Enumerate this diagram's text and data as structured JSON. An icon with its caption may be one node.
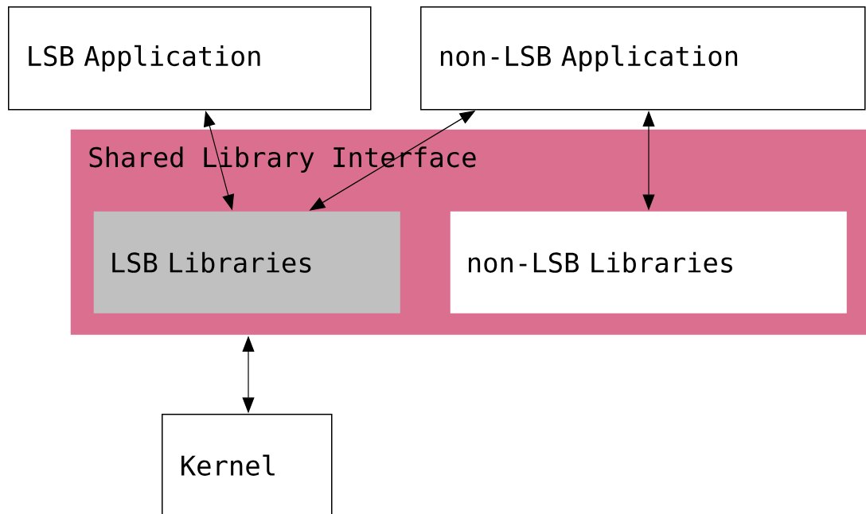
{
  "diagram": {
    "nodes": [
      {
        "text": [
          "LSB Application"
        ]
      },
      {
        "text": [
          "non-LSB Application"
        ]
      },
      {
        "text": [
          "Shared Library Interface"
        ]
      },
      {
        "text": [
          "LSB Libraries"
        ],
        "in": 2
      },
      {
        "text": [
          "non-LSB Libraries"
        ],
        "in": 2
      },
      {
        "text": [
          "Kernel"
        ]
      }
    ],
    "edges": [
      {
        "from": 0,
        "to": 3,
        "arrow": "both"
      },
      {
        "from": 1,
        "to": 3,
        "arrow": "both"
      },
      {
        "from": 1,
        "to": 4,
        "arrow": "both"
      },
      {
        "from": 5,
        "to": 2,
        "arrow": "both"
      }
    ]
  }
}
